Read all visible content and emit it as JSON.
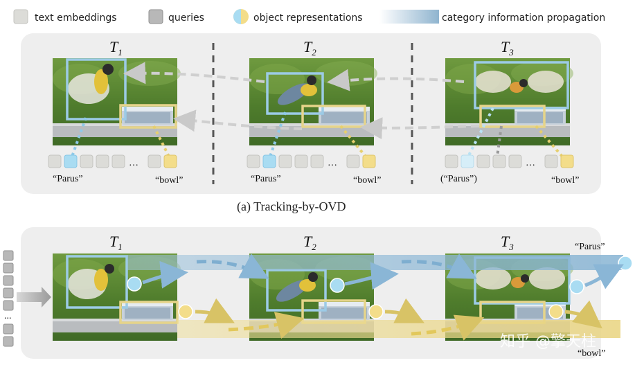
{
  "legend": {
    "text_embeddings": "text embeddings",
    "queries": "queries",
    "object_representations": "object representations",
    "category_propagation": "category information propagation"
  },
  "frames": {
    "t_letter": "T",
    "t1_sub": "1",
    "t2_sub": "2",
    "t3_sub": "3"
  },
  "panel_a": {
    "ellipsis": "…",
    "t1_left_word": "“Parus”",
    "t1_right_word": "“bowl”",
    "t2_left_word": "“Parus”",
    "t2_right_word": "“bowl”",
    "t3_left_word": "(“Parus”)",
    "t3_right_word": "“bowl”",
    "caption": "(a) Tracking-by-OVD"
  },
  "panel_b": {
    "parus_label": "“Parus”",
    "bowl_label": "“bowl”",
    "vertical_ellipsis": "..."
  },
  "watermark": "知乎 @擎天柱",
  "colors": {
    "text_embedding": "#dcdcd8",
    "query": "#b8b8b8",
    "object_blue": "#a9dcf2",
    "object_yellow": "#f3dd8a",
    "box_blue": "#9ccbe6",
    "box_yellow": "#e6d48a",
    "panel_bg": "#eeeeee",
    "propagation": "#8fb4cf"
  }
}
